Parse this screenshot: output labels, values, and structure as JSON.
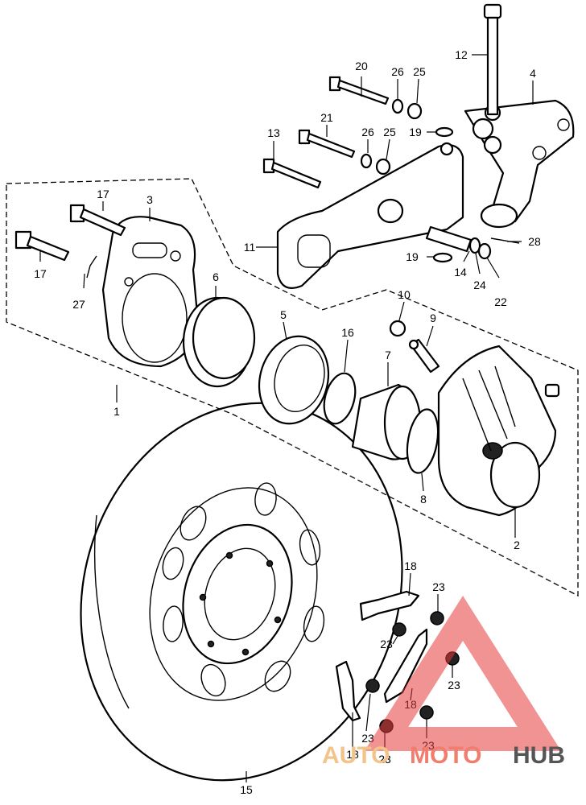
{
  "part_numbers": [
    {
      "id": "p12",
      "text": "12"
    },
    {
      "id": "p4",
      "text": "4"
    },
    {
      "id": "p20",
      "text": "20"
    },
    {
      "id": "p26a",
      "text": "26"
    },
    {
      "id": "p25a",
      "text": "25"
    },
    {
      "id": "p21",
      "text": "21"
    },
    {
      "id": "p26b",
      "text": "26"
    },
    {
      "id": "p25b",
      "text": "25"
    },
    {
      "id": "p19a",
      "text": "19"
    },
    {
      "id": "p13",
      "text": "13"
    },
    {
      "id": "p17a",
      "text": "17"
    },
    {
      "id": "p3",
      "text": "3"
    },
    {
      "id": "p17b",
      "text": "17"
    },
    {
      "id": "p27",
      "text": "27"
    },
    {
      "id": "p11",
      "text": "11"
    },
    {
      "id": "p6",
      "text": "6"
    },
    {
      "id": "p19b",
      "text": "19"
    },
    {
      "id": "p14",
      "text": "14"
    },
    {
      "id": "p24",
      "text": "24"
    },
    {
      "id": "p22",
      "text": "22"
    },
    {
      "id": "p28",
      "text": "28"
    },
    {
      "id": "p10",
      "text": "10"
    },
    {
      "id": "p9",
      "text": "9"
    },
    {
      "id": "p5",
      "text": "5"
    },
    {
      "id": "p16",
      "text": "16"
    },
    {
      "id": "p7",
      "text": "7"
    },
    {
      "id": "p1",
      "text": "1"
    },
    {
      "id": "p8",
      "text": "8"
    },
    {
      "id": "p2",
      "text": "2"
    },
    {
      "id": "p18a",
      "text": "18"
    },
    {
      "id": "p23a",
      "text": "23"
    },
    {
      "id": "p23b",
      "text": "23"
    },
    {
      "id": "p23c",
      "text": "23"
    },
    {
      "id": "p18b",
      "text": "18"
    },
    {
      "id": "p23d",
      "text": "23"
    },
    {
      "id": "p23e",
      "text": "23"
    },
    {
      "id": "p18c",
      "text": "18"
    },
    {
      "id": "p23f",
      "text": "23"
    },
    {
      "id": "p15",
      "text": "15"
    }
  ],
  "watermark": {
    "text_left": "AUTO",
    "text_middle": "MOTO",
    "text_right": "HUB",
    "colors": {
      "left": "#f2c48a",
      "middle": "#f07d6e",
      "right": "#555555",
      "triangle": "#e63b3b"
    }
  }
}
